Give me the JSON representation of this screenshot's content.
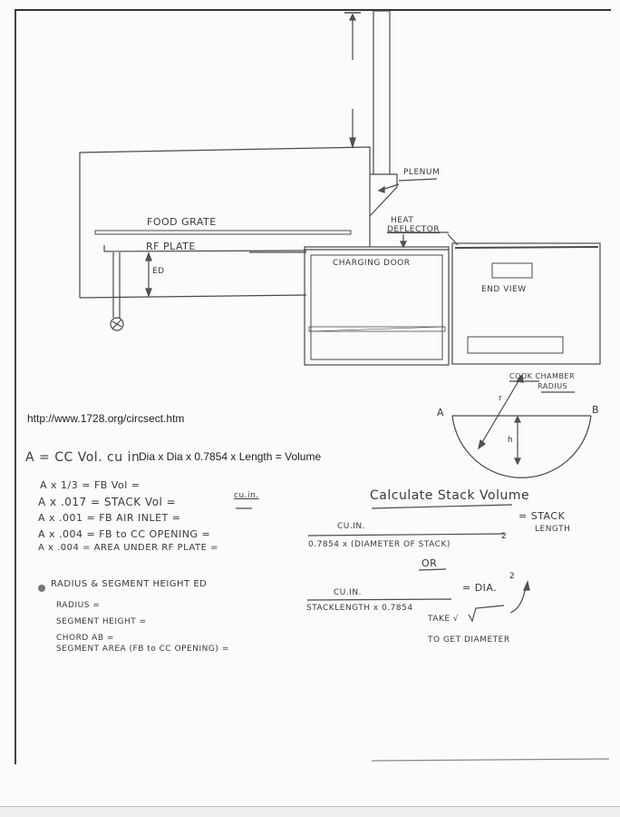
{
  "diagram": {
    "labels": {
      "plenum": "PLENUM",
      "food_grate": "FOOD GRATE",
      "heat_deflector_line1": "HEAT",
      "heat_deflector_line2": "DEFLECTOR",
      "rf_plate": "RF PLATE",
      "ed": "ED",
      "charging_door": "CHARGING DOOR",
      "end_view": "END VIEW",
      "cook_chamber_radius_line1": "COOK CHAMBER",
      "cook_chamber_radius_line2": "RADIUS",
      "point_a": "A",
      "point_b": "B",
      "radius_r": "r",
      "segment_h": "h"
    },
    "colors": {
      "ink": "#3a3a3a",
      "paper": "#fbfbfa"
    }
  },
  "reference": {
    "url": "http://www.1728.org/circsect.htm",
    "volume_formula": "Dia x Dia x 0.7854 x Length = Volume",
    "cc_vol_label": "A = CC Vol. cu in"
  },
  "ratios": {
    "items": [
      "A x 1/3 = FB Vol =",
      "A x .017 = STACK Vol =",
      "A x .001 = FB AIR INLET =",
      "A x .004 = FB to CC OPENING =",
      "A x .004 = AREA UNDER RF PLATE ="
    ],
    "unit": "cu.in."
  },
  "segment": {
    "heading": "RADIUS & SEGMENT HEIGHT ED",
    "items": [
      "RADIUS =",
      "SEGMENT HEIGHT =",
      "CHORD AB =",
      "SEGMENT AREA (FB to CC OPENING) ="
    ]
  },
  "stack_calc": {
    "title": "Calculate Stack Volume",
    "formula1": {
      "numerator": "CU.IN.",
      "denominator": "0.7854 x (DIAMETER OF STACK)",
      "exponent": "2",
      "result_line1": "= STACK",
      "result_line2": "LENGTH"
    },
    "or_label": "OR",
    "formula2": {
      "numerator": "CU.IN.",
      "denominator": "STACKLENGTH x 0.7854",
      "result": "= DIA.",
      "exponent": "2"
    },
    "note_line1": "TAKE √",
    "note_line2": "TO GET DIAMETER"
  }
}
